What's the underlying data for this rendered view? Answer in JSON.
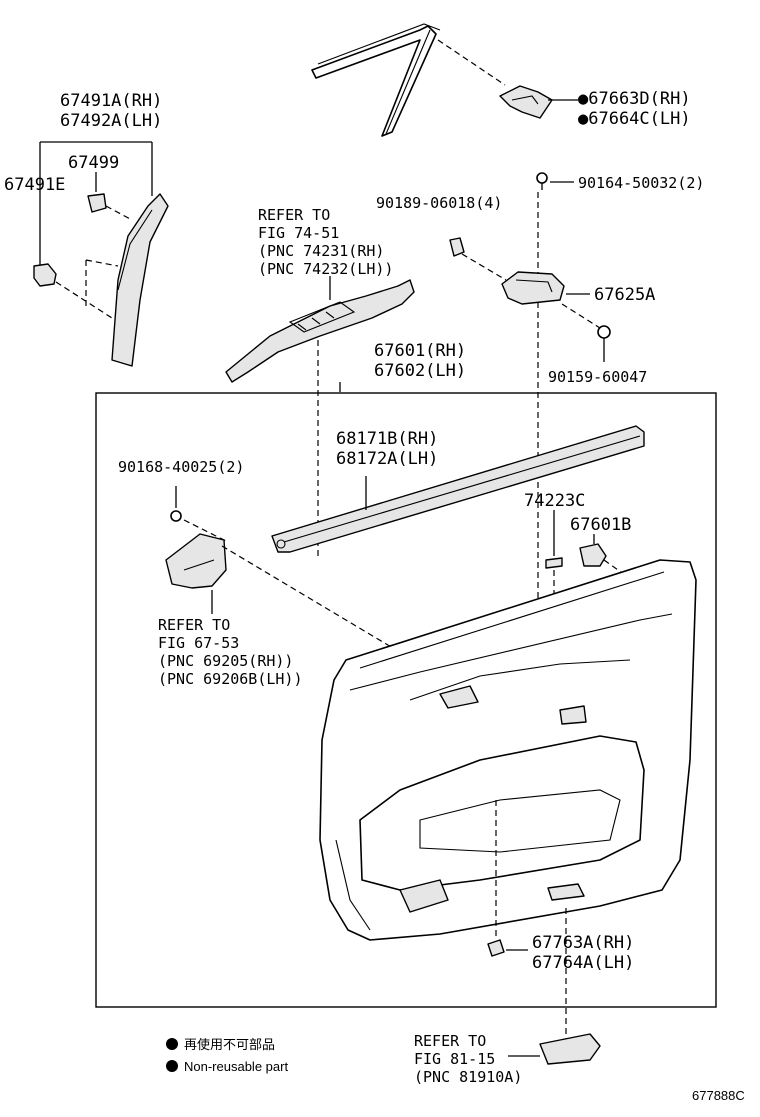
{
  "labels": {
    "p67491a": "67491A(RH)",
    "p67492a": "67492A(LH)",
    "p67499": "67499",
    "p67491e": "67491E",
    "p67663d": "●67663D(RH)",
    "p67664c": "●67664C(LH)",
    "p90164": "90164-50032(2)",
    "p90189": "90189-06018(4)",
    "p67625a": "67625A",
    "p90159": "90159-60047",
    "ref7451_1": "REFER TO",
    "ref7451_2": "FIG 74-51",
    "ref7451_3": "(PNC 74231(RH)",
    "ref7451_4": "(PNC 74232(LH))",
    "p67601": "67601(RH)",
    "p67602": "67602(LH)",
    "p68171b": "68171B(RH)",
    "p68172a": "68172A(LH)",
    "p90168": "90168-40025(2)",
    "p74223c": "74223C",
    "p67601b": "67601B",
    "ref6753_1": "REFER TO",
    "ref6753_2": "FIG 67-53",
    "ref6753_3": "(PNC 69205(RH))",
    "ref6753_4": "(PNC 69206B(LH))",
    "p67763a": "67763A(RH)",
    "p67764a": "67764A(LH)",
    "ref8115_1": "REFER TO",
    "ref8115_2": "FIG 81-15",
    "ref8115_3": "(PNC 81910A)"
  },
  "legend": {
    "line1": "再使用不可部品",
    "line2": "Non-reusable part"
  },
  "figure_code": "677888C"
}
